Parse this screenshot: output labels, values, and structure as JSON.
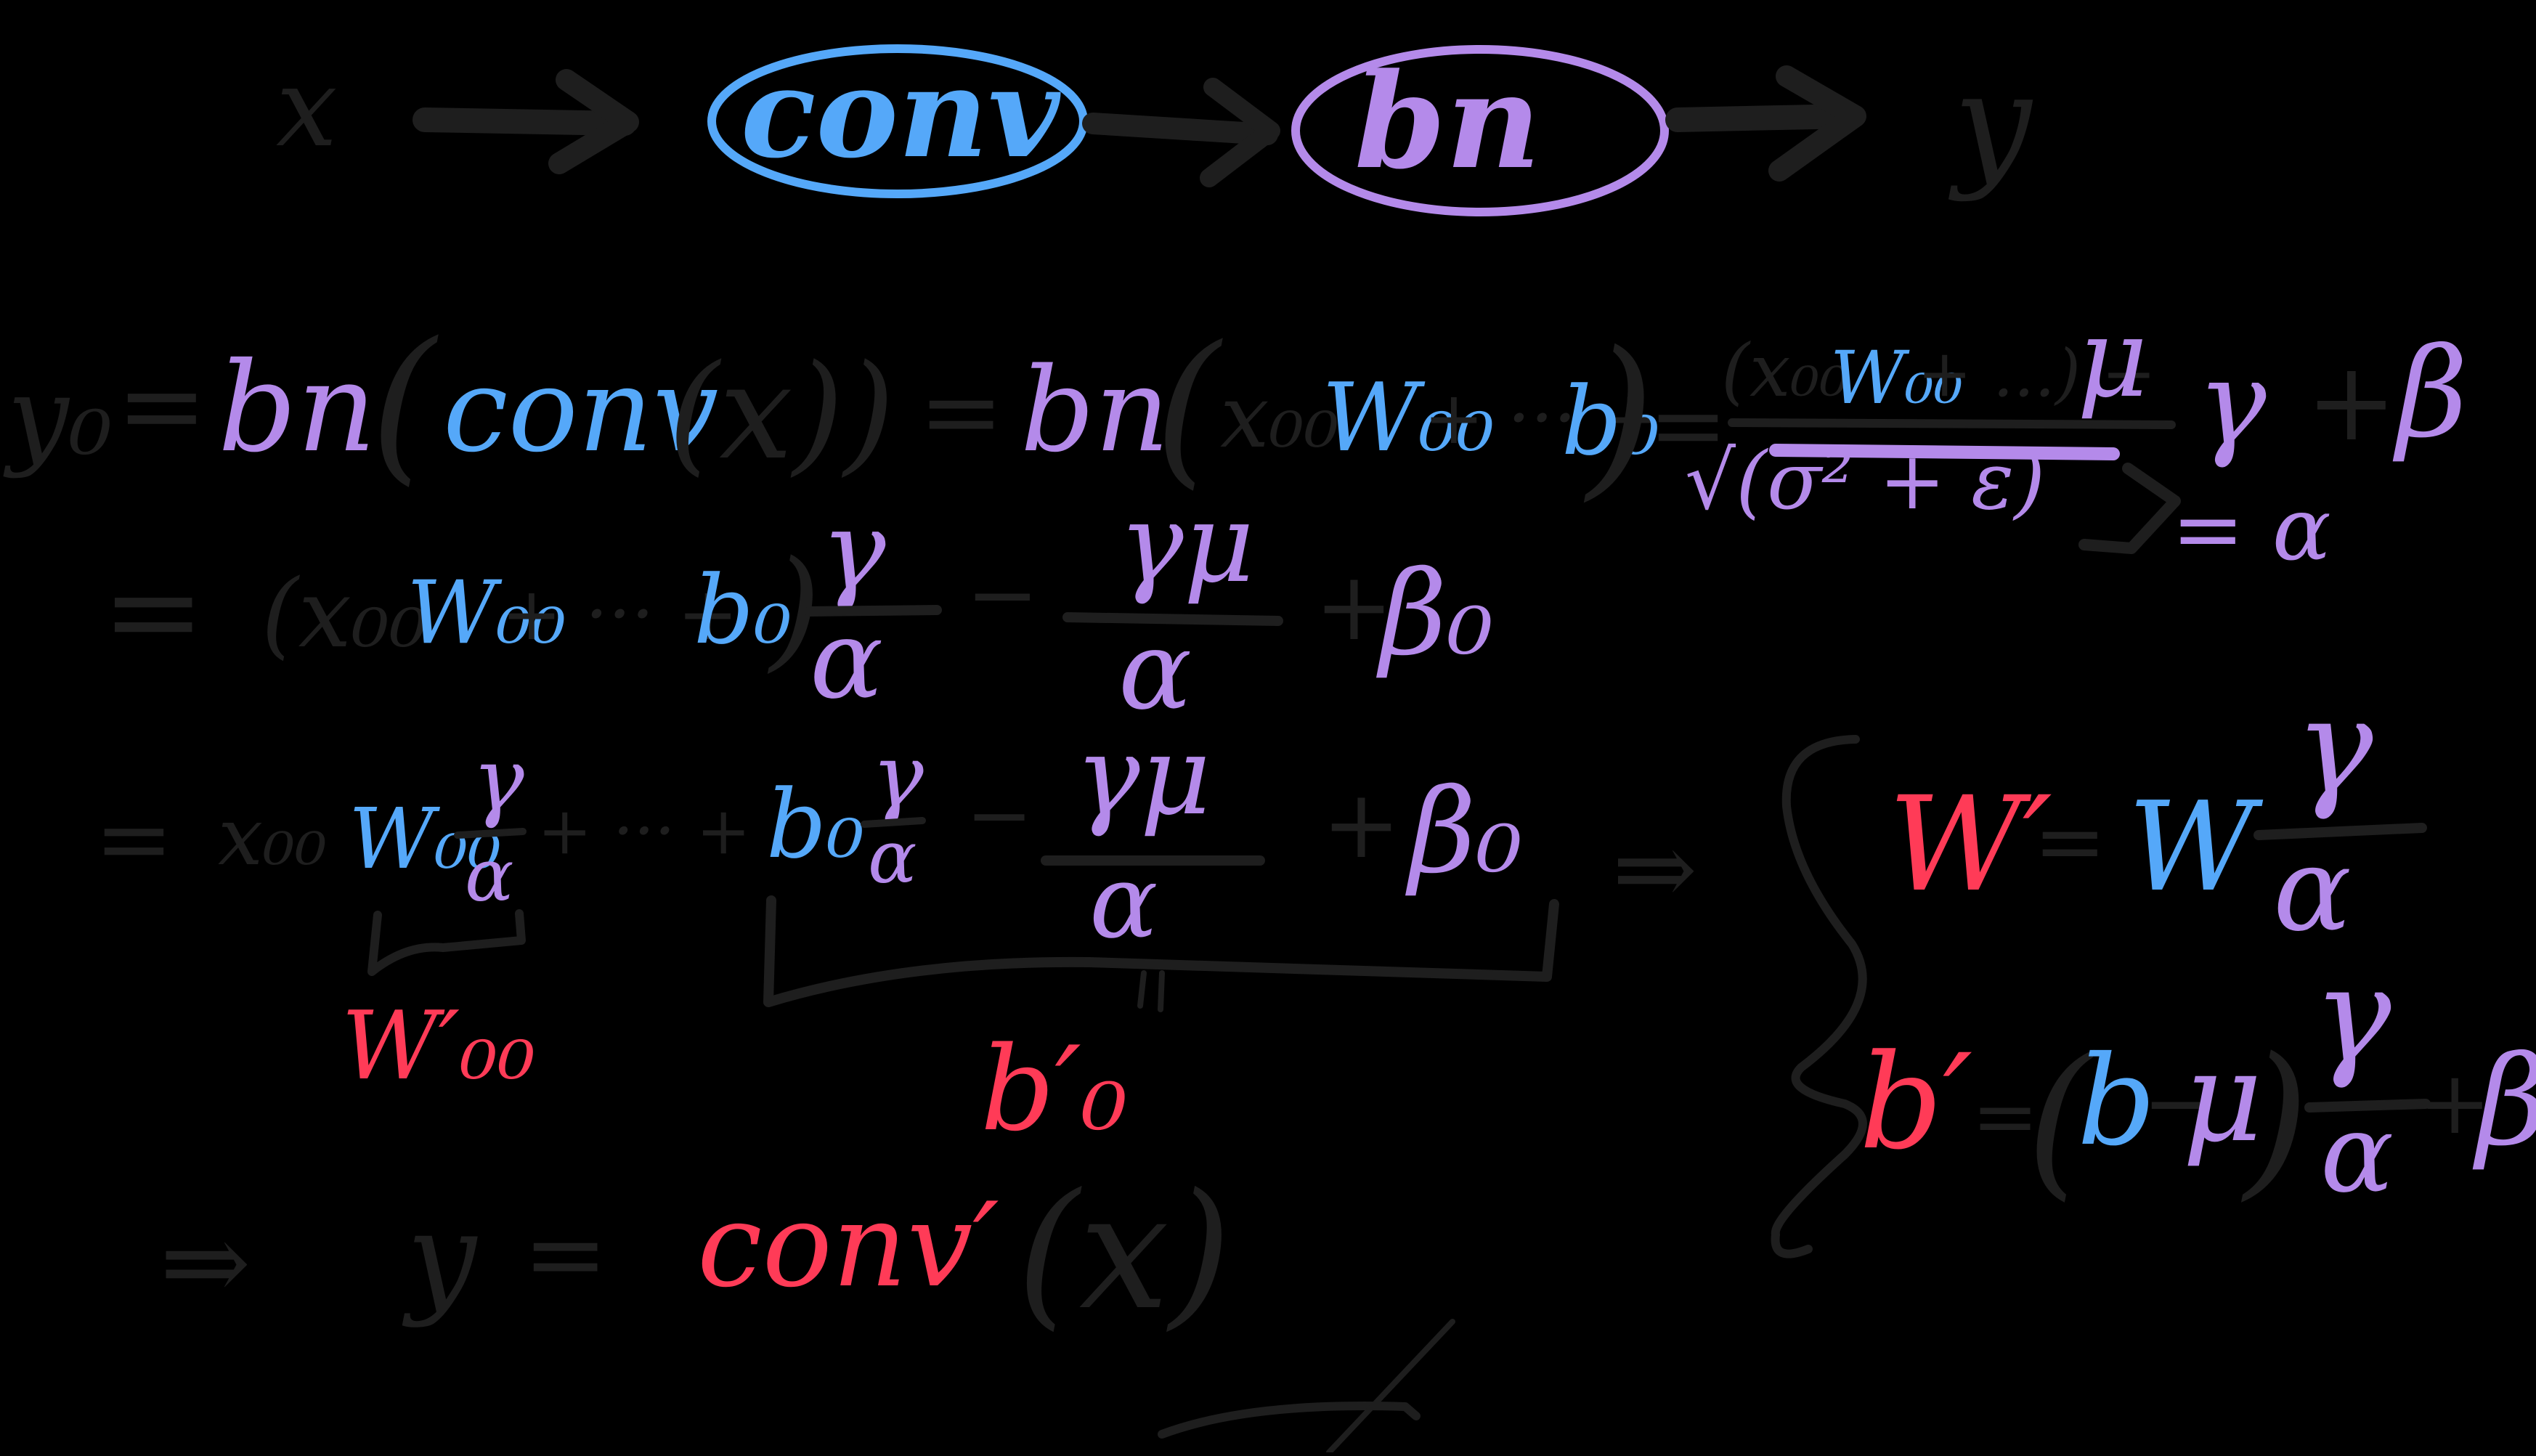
{
  "colors": {
    "background": "#000000",
    "dark_ink": "#1e1e1e",
    "conv_blue": "#55a8f9",
    "bn_purple": "#b48aea",
    "fused_red": "#ff3b57"
  },
  "pipeline": {
    "input": "x",
    "conv_node": "conv",
    "bn_node": "bn",
    "output": "y",
    "arrow": "→"
  },
  "line1": {
    "lhs": "y₀",
    "eq1": "=",
    "bn": "bn",
    "open_paren": "(",
    "conv": "conv",
    "conv_arg": "(x))",
    "eq2": "=",
    "bn2": "bn",
    "open_paren2": "(",
    "x00": "x₀₀",
    "w00": "W₀₀",
    "plus_dots": "+ ··· +",
    "b0": "b₀",
    "close_paren2": ")",
    "eq3": "=",
    "frac_num_x": "(x₀₀",
    "frac_num_w": "W₀₀",
    "frac_num_rest": "+ ...) −",
    "frac_num_mu": "μ",
    "frac_den": "√(σ² + ε)",
    "alpha_def": "= α",
    "gamma": "γ",
    "plus": "+",
    "beta": "β"
  },
  "line2": {
    "eq": "=",
    "open_paren": "(x₀₀",
    "w00": "W₀₀",
    "plus_dots": "+ ··· +",
    "b0": "b₀",
    "close_paren": ")",
    "gamma": "γ",
    "alpha": "α",
    "minus": "−",
    "gamma_mu": "γμ",
    "alpha2": "α",
    "plus": "+",
    "beta0": "β₀"
  },
  "line3": {
    "eq": "=",
    "x00": "x₀₀",
    "w00": "W₀₀",
    "gamma": "γ",
    "alpha": "α",
    "plus_dots": "+ ··· +",
    "b0": "b₀",
    "gamma2": "γ",
    "alpha2": "α",
    "minus": "−",
    "gamma_mu": "γμ",
    "alpha3": "α",
    "plus": "+",
    "beta0": "β₀",
    "implies": "⇒"
  },
  "annotations": {
    "w00_prime": "W′₀₀",
    "equals_mark": "‖",
    "b0_prime": "b′₀"
  },
  "system": {
    "w_prime": "W′",
    "w_eq": "=",
    "w": "W",
    "w_gamma": "γ",
    "w_alpha": "α",
    "b_prime": "b′",
    "b_eq": "=",
    "b_open": "(",
    "b": "b",
    "b_minus": "−",
    "b_mu": "μ",
    "b_close": ")",
    "b_gamma": "γ",
    "b_alpha": "α",
    "b_plus": "+",
    "b_beta": "β"
  },
  "conclusion": {
    "implies": "⇒",
    "y": "y",
    "eq": "=",
    "conv_prime": "conv′",
    "arg": "(x)"
  }
}
